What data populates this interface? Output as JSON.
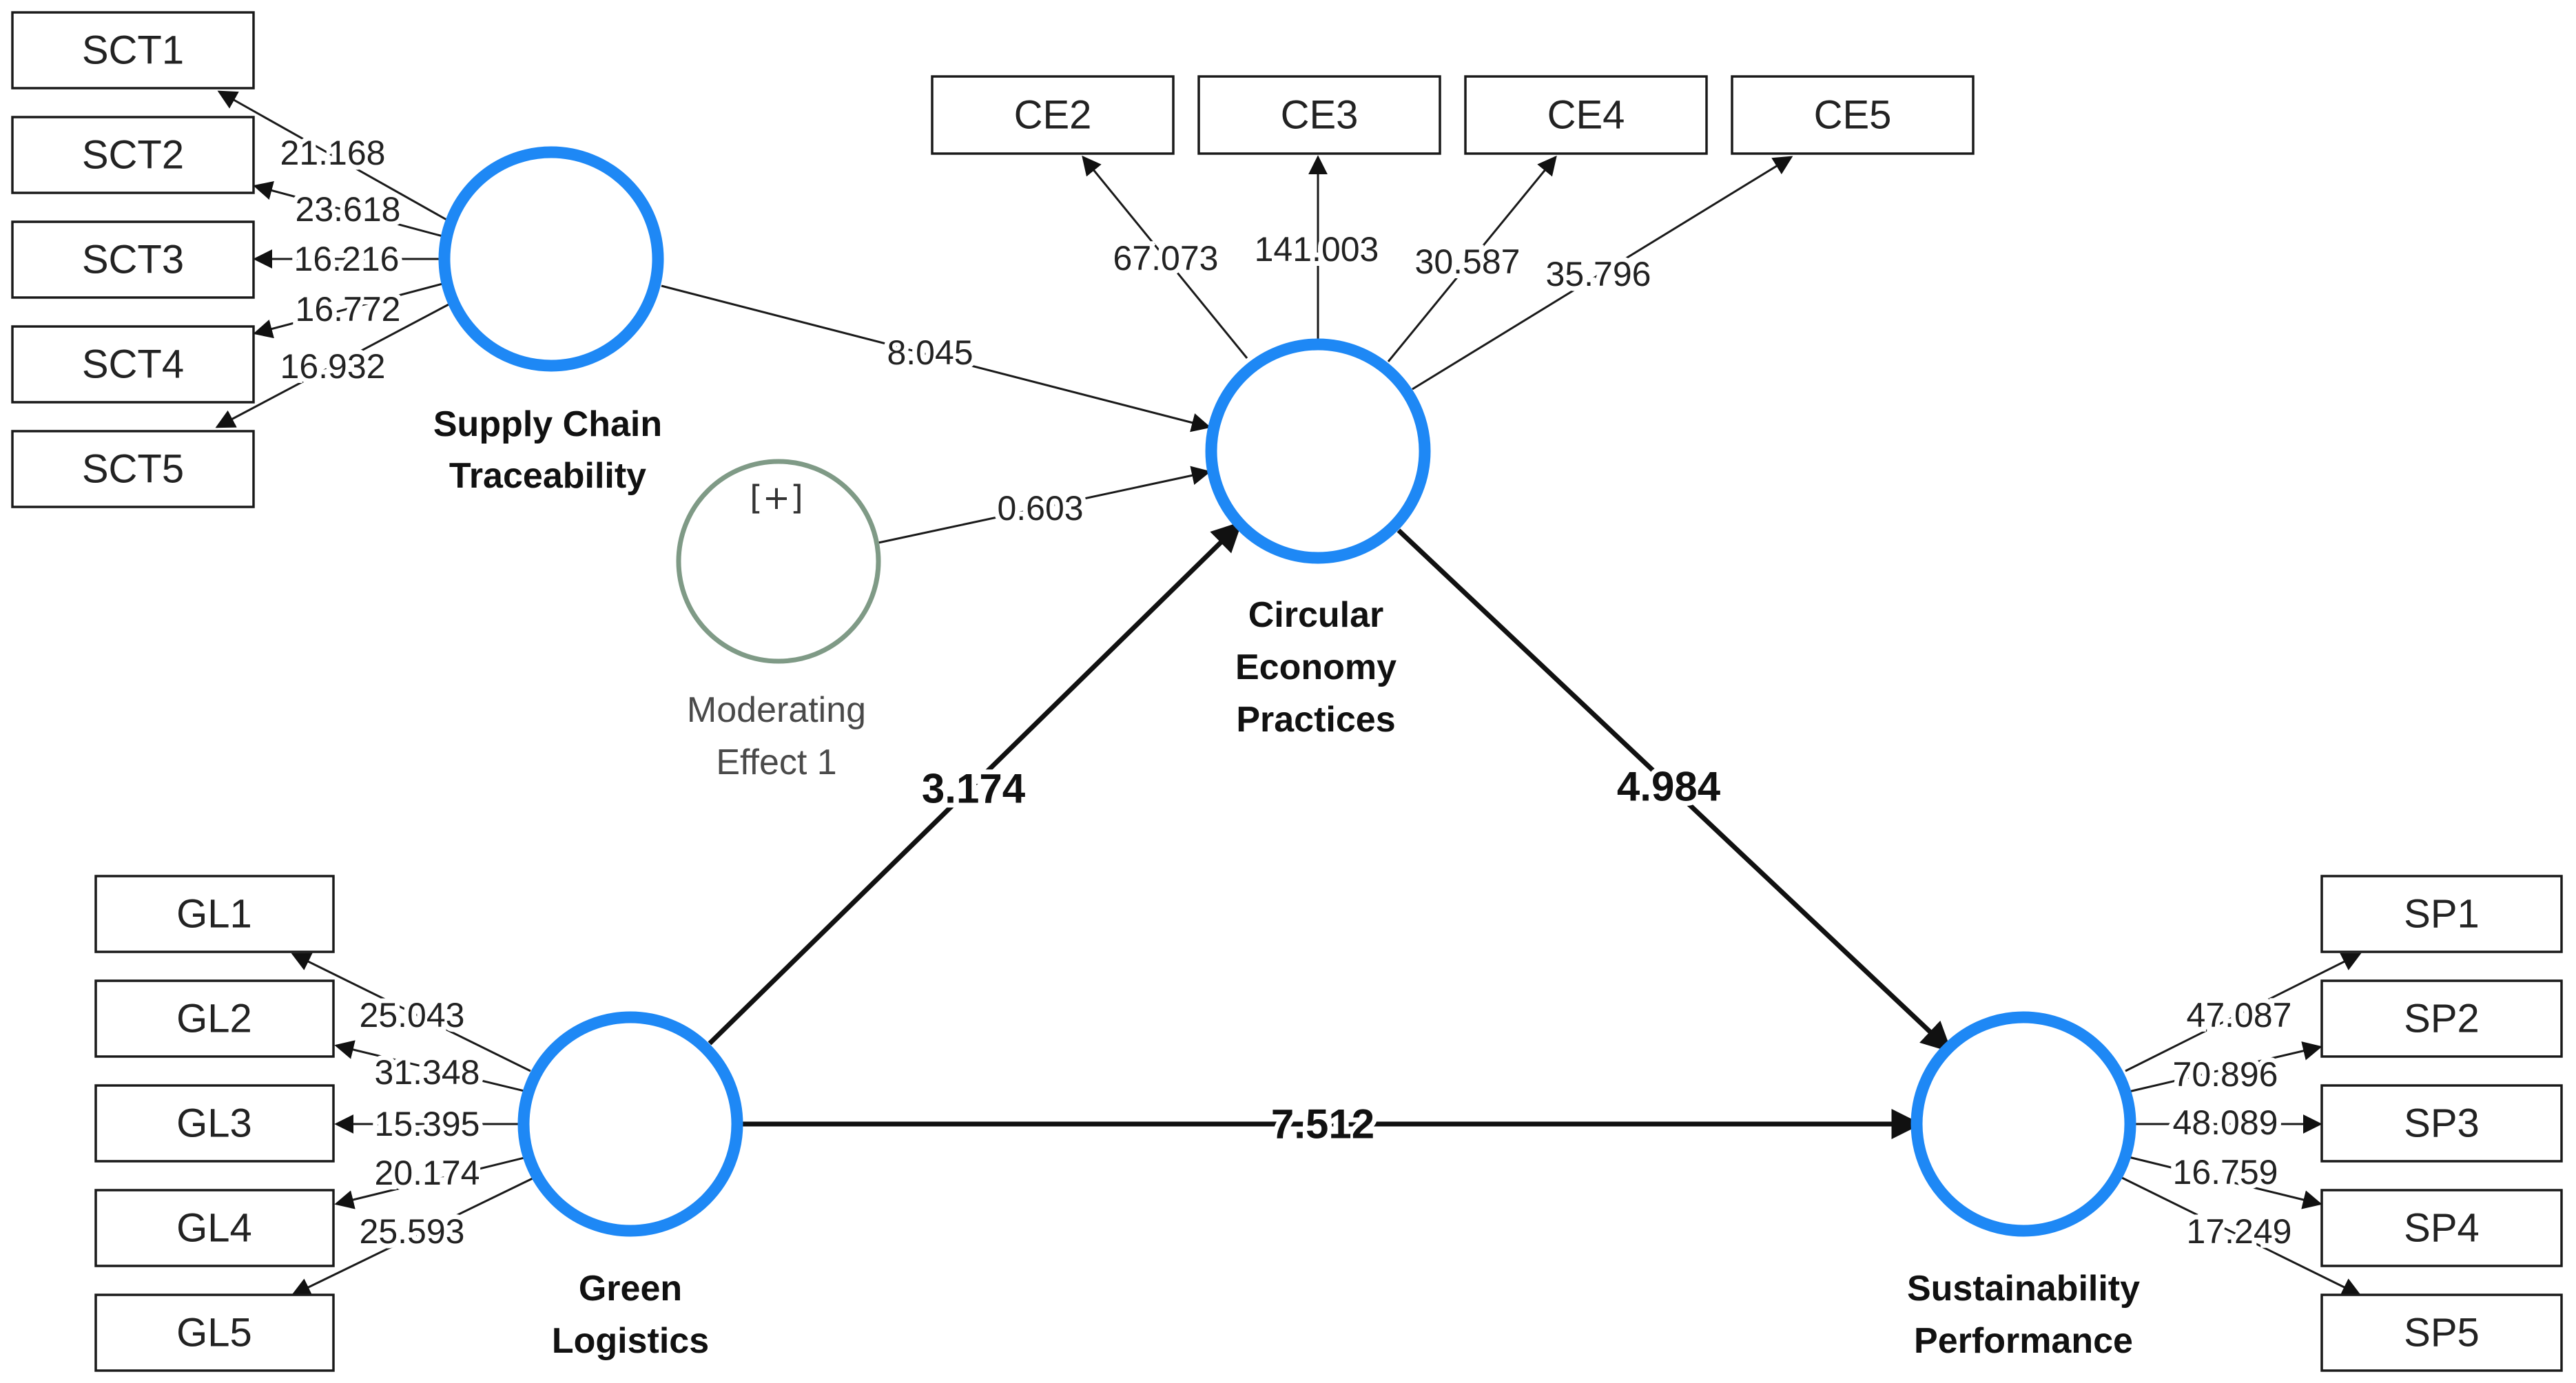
{
  "constructs": {
    "sct": {
      "label_line1": "Supply Chain",
      "label_line2": "Traceability"
    },
    "ce": {
      "label_line1": "Circular",
      "label_line2": "Economy",
      "label_line3": "Practices"
    },
    "gl": {
      "label_line1": "Green",
      "label_line2": "Logistics"
    },
    "sp": {
      "label_line1": "Sustainability",
      "label_line2": "Performance"
    },
    "moderator": {
      "symbol": "[+]",
      "label_line1": "Moderating",
      "label_line2": "Effect 1"
    }
  },
  "indicators": {
    "sct": [
      "SCT1",
      "SCT2",
      "SCT3",
      "SCT4",
      "SCT5"
    ],
    "ce": [
      "CE2",
      "CE3",
      "CE4",
      "CE5"
    ],
    "gl": [
      "GL1",
      "GL2",
      "GL3",
      "GL4",
      "GL5"
    ],
    "sp": [
      "SP1",
      "SP2",
      "SP3",
      "SP4",
      "SP5"
    ]
  },
  "outer_weights": {
    "sct": [
      "21.168",
      "23.618",
      "16.216",
      "16.772",
      "16.932"
    ],
    "ce": [
      "67.073",
      "141.003",
      "30.587",
      "35.796"
    ],
    "gl": [
      "25.043",
      "31.348",
      "15.395",
      "20.174",
      "25.593"
    ],
    "sp": [
      "47.087",
      "70.896",
      "48.089",
      "16.759",
      "17.249"
    ]
  },
  "paths": {
    "sct_to_ce": "8.045",
    "moderator_to_ce": "0.603",
    "gl_to_ce": "3.174",
    "ce_to_sp": "4.984",
    "gl_to_sp": "7.512"
  },
  "colors": {
    "latent_outline": "#1e88f5",
    "moderator_outline": "#7f9a86",
    "line": "#111111"
  }
}
